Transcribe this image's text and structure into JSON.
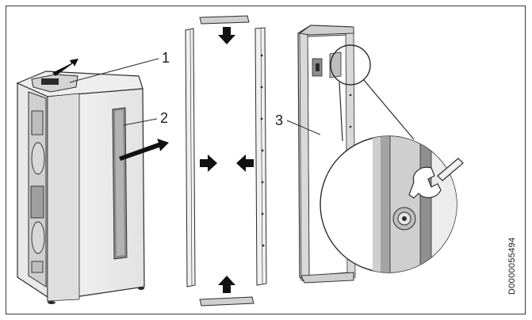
{
  "callouts": {
    "c1": "1",
    "c2": "2",
    "c3": "3"
  },
  "document_id": "D0000055494",
  "colors": {
    "line": "#2b2b2b",
    "panel_light": "#f2f2f2",
    "panel_mid": "#d7d7d7",
    "panel_dark": "#a9a9a9",
    "arrow": "#111111"
  },
  "icons": {
    "arrow": "arrow-icon",
    "wrench": "wrench-icon",
    "magnifier": "detail-magnifier-circle"
  }
}
